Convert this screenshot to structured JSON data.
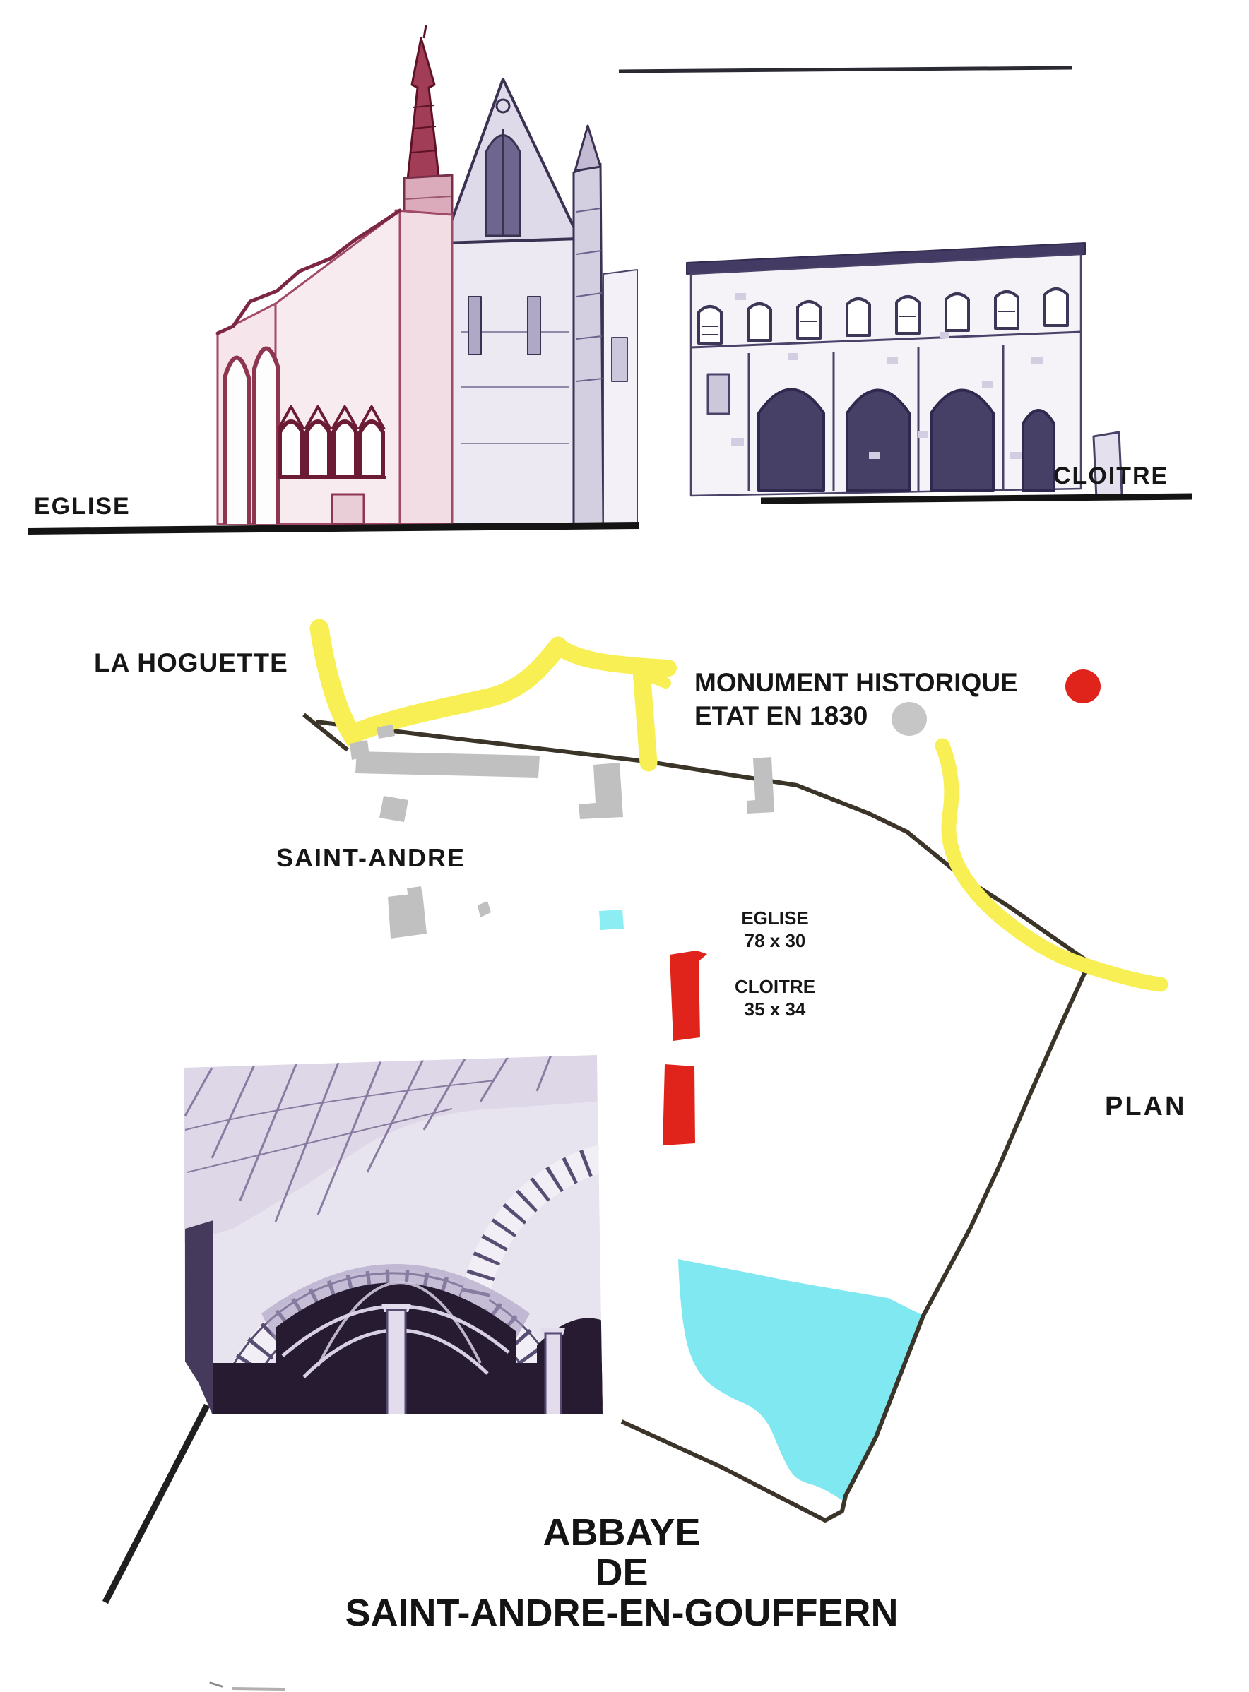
{
  "elevation": {
    "eglise_label": "EGLISE",
    "cloitre_label": "CLOITRE"
  },
  "map": {
    "la_hoguette_label": "LA HOGUETTE",
    "saint_andre_label": "SAINT-ANDRE",
    "plan_label": "PLAN",
    "legend": [
      {
        "label": "MONUMENT HISTORIQUE",
        "color": "#e0241b"
      },
      {
        "label": "ETAT EN 1830",
        "color": "#c4c4c4"
      }
    ],
    "eglise_dim_title": "EGLISE",
    "eglise_dim_value": "78 x 30",
    "cloitre_dim_title": "CLOITRE",
    "cloitre_dim_value": "35 x 34"
  },
  "title": {
    "line1": "ABBAYE",
    "line2": "DE",
    "line3": "SAINT-ANDRE-EN-GOUFFERN"
  },
  "colors": {
    "road_yellow": "#f8ef55",
    "monument_red": "#e0241b",
    "etat_gray": "#c4c4c4",
    "pond_cyan": "#7fe8f0",
    "boundary_dark": "#3b3428"
  }
}
